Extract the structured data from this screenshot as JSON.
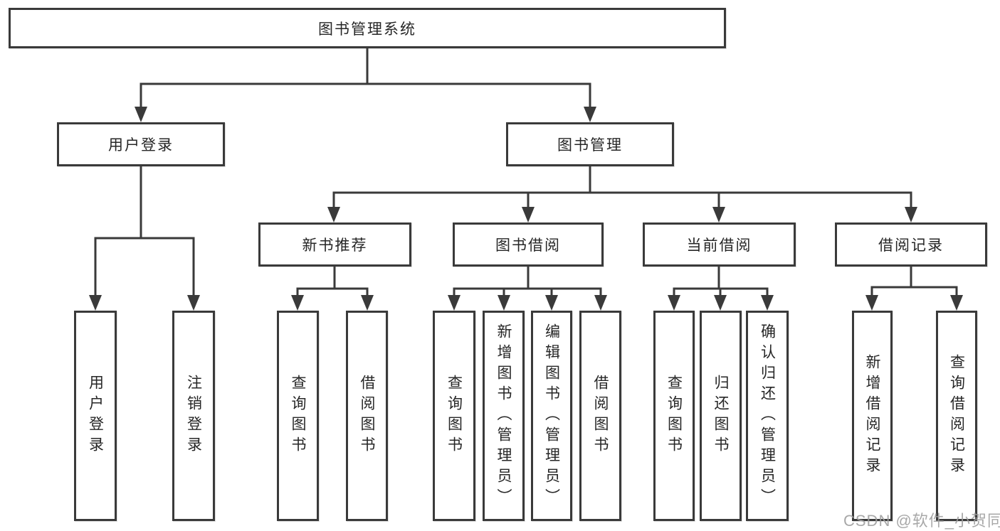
{
  "diagram": {
    "root": {
      "label": "图书管理系统"
    },
    "level2": [
      {
        "label": "用户登录"
      },
      {
        "label": "图书管理"
      }
    ],
    "level3": [
      {
        "label": "新书推荐",
        "parent": "图书管理"
      },
      {
        "label": "图书借阅",
        "parent": "图书管理"
      },
      {
        "label": "当前借阅",
        "parent": "图书管理"
      },
      {
        "label": "借阅记录",
        "parent": "图书管理"
      }
    ],
    "leaves": [
      {
        "label": "用户登录",
        "parent": "用户登录"
      },
      {
        "label": "注销登录",
        "parent": "用户登录"
      },
      {
        "label": "查询图书",
        "parent": "新书推荐"
      },
      {
        "label": "借阅图书",
        "parent": "新书推荐"
      },
      {
        "label": "查询图书",
        "parent": "图书借阅"
      },
      {
        "label": "新增图书（管理员）",
        "parent": "图书借阅"
      },
      {
        "label": "编辑图书（管理员）",
        "parent": "图书借阅"
      },
      {
        "label": "借阅图书",
        "parent": "图书借阅"
      },
      {
        "label": "查询图书",
        "parent": "当前借阅"
      },
      {
        "label": "归还图书",
        "parent": "当前借阅"
      },
      {
        "label": "确认归还（管理员）",
        "parent": "当前借阅"
      },
      {
        "label": "新增借阅记录",
        "parent": "借阅记录"
      },
      {
        "label": "查询借阅记录",
        "parent": "借阅记录"
      }
    ]
  },
  "watermark": {
    "text": "CSDN @软件_小贺同学"
  },
  "colors": {
    "line": "#3a3a3a",
    "box_border": "#3a3a3a",
    "box_background": "#ffffff",
    "text": "#262626",
    "page_background": "#ffffff",
    "watermark": "#9e9e9e"
  }
}
